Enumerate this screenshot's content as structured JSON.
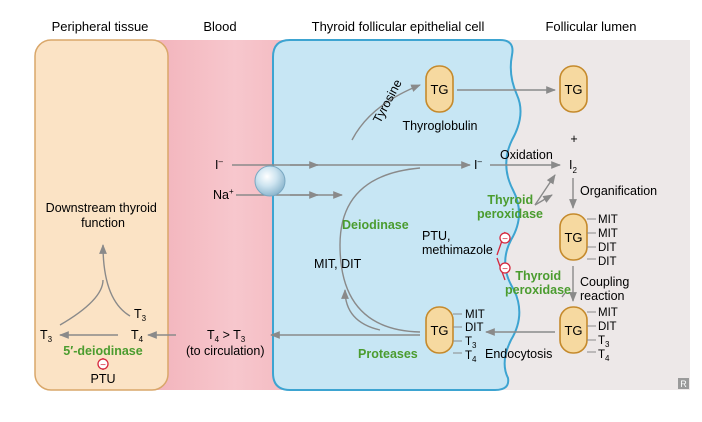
{
  "headers": {
    "peripheral": "Peripheral tissue",
    "blood": "Blood",
    "cell": "Thyroid follicular epithelial cell",
    "lumen": "Follicular lumen"
  },
  "tg_label": "TG",
  "labels": {
    "tyrosine": "Tyrosine",
    "thyroglobulin": "Thyroglobulin",
    "plus": "+",
    "iodide": "I",
    "iodide_sup": "–",
    "sodium": "Na",
    "sodium_sup": "+",
    "oxidation": "Oxidation",
    "i2": "I",
    "i2_sub": "2",
    "organification": "Organification",
    "thyroid_peroxidase_1a": "Thyroid",
    "thyroid_peroxidase_1b": "peroxidase",
    "thyroid_peroxidase_2a": "Thyroid",
    "thyroid_peroxidase_2b": "peroxidase",
    "ptu_methimazole_a": "PTU,",
    "ptu_methimazole_b": "methimazole",
    "deiodinase": "Deiodinase",
    "mit_dit": "MIT, DIT",
    "coupling_a": "Coupling",
    "coupling_b": "reaction",
    "endocytosis": "Endocytosis",
    "proteases": "Proteases",
    "t4_gt_t3": "T",
    "to_circulation": "(to circulation)",
    "deiodinase_5": "5′-deiodinase",
    "ptu": "PTU",
    "downstream_a": "Downstream thyroid",
    "downstream_b": "function",
    "t_letter": "T",
    "three": "3",
    "four": "4",
    "inhibit": "−",
    "corner": "R"
  },
  "lists": {
    "mit_dit_list": [
      "MIT",
      "MIT",
      "DIT",
      "DIT"
    ],
    "coupled_list": [
      "MIT",
      "DIT",
      "T",
      "T"
    ],
    "coupled_subs": [
      "",
      "",
      "3",
      "4"
    ]
  },
  "colors": {
    "peripheral_fill": "#fbe3c5",
    "peripheral_stroke": "#d9a76a",
    "blood_fill": "#f6c3c9",
    "cell_fill": "#c7e6f4",
    "cell_stroke": "#3da4d1",
    "lumen_fill": "#ede8e8",
    "green": "#4b9c2f",
    "inhibit_red": "#d6273d",
    "arrow": "#8a8a8a"
  }
}
